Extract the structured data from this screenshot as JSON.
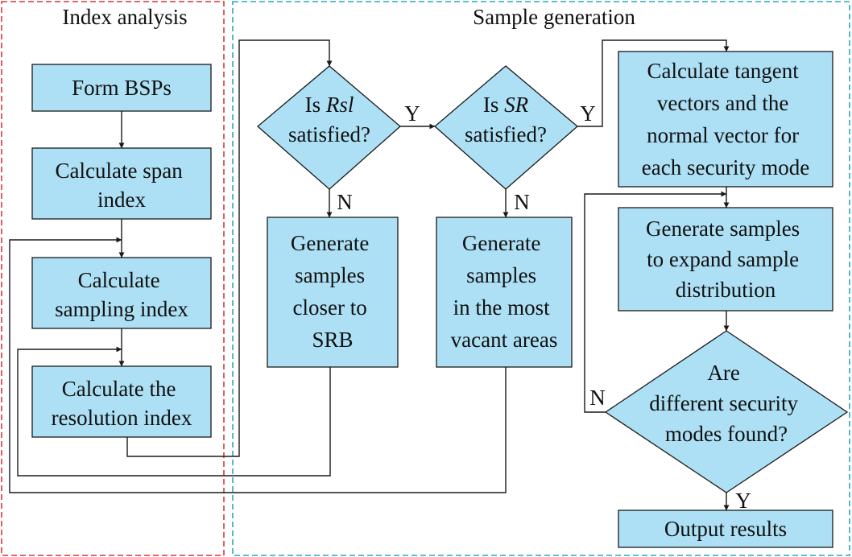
{
  "colors": {
    "box_fill": "#ade0f5",
    "index_border": "#d43a3a",
    "sample_border": "#2ca6c4",
    "line": "#1a1a1a"
  },
  "groups": {
    "index_analysis": "Index analysis",
    "sample_generation": "Sample generation"
  },
  "nodes": {
    "form_bsps": [
      "Form BSPs"
    ],
    "calc_span": [
      "Calculate span",
      "index"
    ],
    "calc_sampling": [
      "Calculate",
      "sampling index"
    ],
    "calc_resolution": [
      "Calculate the",
      "resolution index"
    ],
    "is_rsl": {
      "prefix": "Is ",
      "italic": "Rsl",
      "line2": "satisfied?"
    },
    "is_sr": {
      "prefix": "Is ",
      "italic": "SR",
      "line2": "satisfied?"
    },
    "gen_closer": [
      "Generate",
      "samples",
      "closer to",
      "SRB"
    ],
    "gen_vacant": [
      "Generate",
      "samples",
      "in the most",
      "vacant areas"
    ],
    "calc_tangent": [
      "Calculate tangent",
      "vectors and the",
      "normal vector for",
      "each security mode"
    ],
    "gen_expand": [
      "Generate samples",
      "to expand sample",
      "distribution"
    ],
    "are_modes": [
      "Are",
      "different security",
      "modes found?"
    ],
    "output": [
      "Output results"
    ]
  },
  "edge_labels": {
    "rsl_yes": "Y",
    "rsl_no": "N",
    "sr_yes": "Y",
    "sr_no": "N",
    "modes_no": "N",
    "modes_yes": "Y"
  }
}
